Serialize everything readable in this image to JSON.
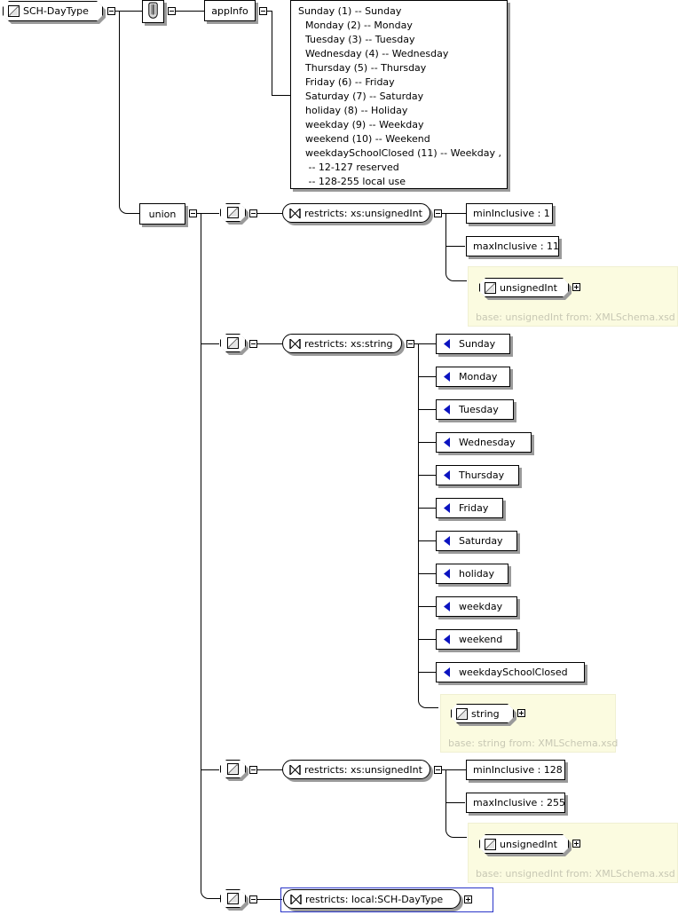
{
  "diagram": {
    "title": "SCH-DayType",
    "root": {
      "name": "SCH-DayType",
      "icon": "simple-type-icon"
    },
    "annotation": {
      "icon": "annotation-icon",
      "appinfo_label": "appInfo"
    },
    "documentation_lines": [
      "Sunday (1) -- Sunday",
      "Monday (2) -- Monday",
      "Tuesday (3) -- Tuesday",
      "Wednesday (4) -- Wednesday",
      "Thursday (5) -- Thursday",
      "Friday (6) -- Friday",
      "Saturday (7) -- Saturday",
      "holiday (8) -- Holiday",
      "weekday (9) -- Weekday",
      "weekend (10) -- Weekend",
      "weekdaySchoolClosed (11) -- Weekday ,",
      " -- 12-127 reserved",
      " -- 128-255 local use"
    ],
    "union_label": "union",
    "branches": [
      {
        "restricts_label": "restricts: xs:unsignedInt",
        "facets": [
          {
            "label": "minInclusive : 1"
          },
          {
            "label": "maxInclusive : 11"
          }
        ],
        "base_panel": {
          "type_name": "unsignedInt",
          "base_text": "base: unsignedInt from: XMLSchema.xsd"
        }
      },
      {
        "restricts_label": "restricts: xs:string",
        "enumerations": [
          "Sunday",
          "Monday",
          "Tuesday",
          "Wednesday",
          "Thursday",
          "Friday",
          "Saturday",
          "holiday",
          "weekday",
          "weekend",
          "weekdaySchoolClosed"
        ],
        "base_panel": {
          "type_name": "string",
          "base_text": "base: string from: XMLSchema.xsd"
        }
      },
      {
        "restricts_label": "restricts: xs:unsignedInt",
        "facets": [
          {
            "label": "minInclusive : 128"
          },
          {
            "label": "maxInclusive : 255"
          }
        ],
        "base_panel": {
          "type_name": "unsignedInt",
          "base_text": "base: unsignedInt from: XMLSchema.xsd"
        }
      },
      {
        "restricts_label": "restricts: local:SCH-DayType",
        "selected": true
      }
    ],
    "colors": {
      "line": "#000000",
      "shadow": "#9a9a9a",
      "panel_bg": "#fbfbe0",
      "panel_text": "#c8c8b4",
      "enum_icon": "#0b13c0",
      "selection": "#2a35c8",
      "background": "#ffffff"
    }
  }
}
